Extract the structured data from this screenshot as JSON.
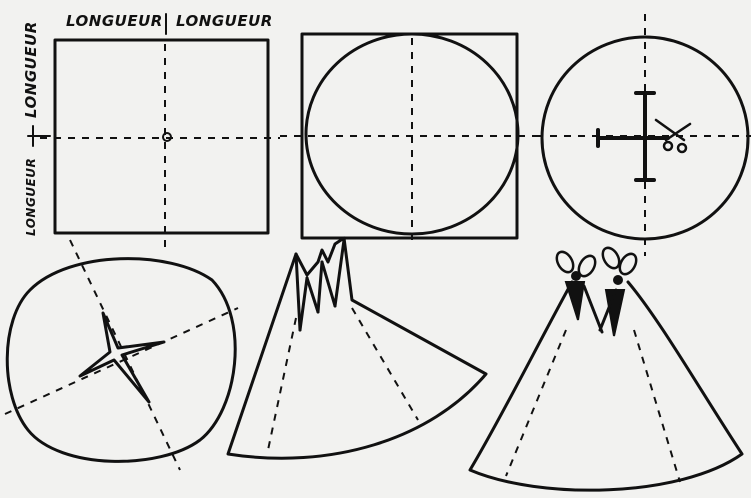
{
  "labels": {
    "top_left": "LONGUEUR",
    "top_right": "LONGUEUR",
    "side_upper": "LONGUEUR",
    "side_lower": "LONGUEUR"
  },
  "colors": {
    "ink": "#111111",
    "paper": "#f2f2f0"
  },
  "steps": [
    {
      "name": "square-fold",
      "icon": "square-with-crosshair"
    },
    {
      "name": "circle-in-square",
      "icon": "inscribed-circle"
    },
    {
      "name": "circle-cut",
      "icon": "circle-with-scissors"
    },
    {
      "name": "circle-star-cut",
      "icon": "circle-with-star-slit"
    },
    {
      "name": "cone-zigzag",
      "icon": "cone-with-jagged-tip"
    },
    {
      "name": "cone-bows",
      "icon": "cone-with-bows"
    }
  ]
}
